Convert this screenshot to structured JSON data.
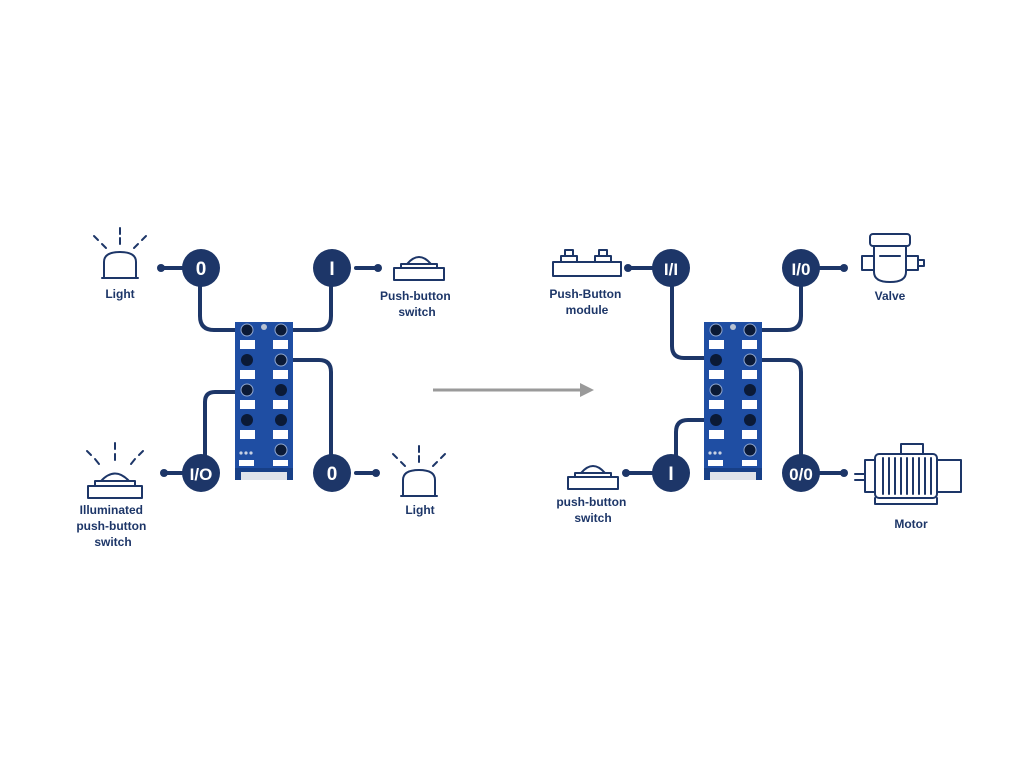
{
  "colors": {
    "navy": "#1d3668",
    "module_blue": "#1f4ea3",
    "arrow_gray": "#9a9a9a",
    "background": "#ffffff"
  },
  "left": {
    "badges": [
      "0",
      "I",
      "I/O",
      "0"
    ],
    "labels": {
      "top_left": [
        "Light"
      ],
      "top_right": [
        "Push-button",
        "switch"
      ],
      "bottom_left": [
        "Illuminated",
        "push-button",
        "switch"
      ],
      "bottom_right": [
        "Light"
      ]
    },
    "devices": [
      "beacon-light-icon",
      "push-button-switch-icon",
      "illuminated-push-button-switch-icon",
      "beacon-light-icon"
    ]
  },
  "right": {
    "badges": [
      "I/I",
      "I/0",
      "I",
      "0/0"
    ],
    "labels": {
      "top_left": [
        "Push-Button",
        "module"
      ],
      "top_right": [
        "Valve"
      ],
      "bottom_left": [
        "push-button",
        "switch"
      ],
      "bottom_right": [
        "Motor"
      ]
    },
    "devices": [
      "push-button-module-icon",
      "valve-icon",
      "push-button-switch-icon",
      "motor-icon"
    ]
  }
}
